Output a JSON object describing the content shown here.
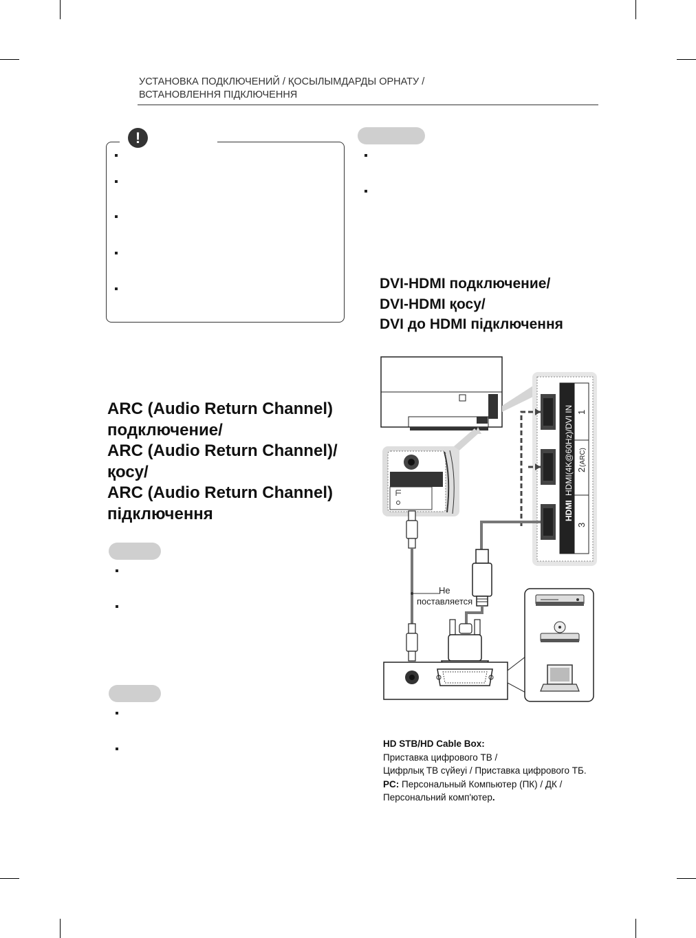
{
  "header": {
    "line1": "УСТАНОВКА ПОДКЛЮЧЕНИЙ / ҚОСЫЛЫМДАРДЫ ОРНАТУ /",
    "line2": "ВСТАНОВЛЕННЯ ПІДКЛЮЧЕННЯ"
  },
  "caution": {
    "icon": "exclamation-icon",
    "icon_glyph": "!"
  },
  "arc_section": {
    "title_lines": [
      "ARC (Audio Return Channel)",
      "подключение/",
      "ARC (Audio Return Channel)/",
      "қосу/",
      "ARC (Audio Return Channel)",
      "підключення"
    ]
  },
  "dvi_section": {
    "title_lines": [
      "DVI-HDMI подключение/",
      "DVI-HDMI қосу/",
      "DVI до HDMI підключення"
    ]
  },
  "diagram": {
    "hdmi_panel_label": "HDMI(4K@60Hz)/DVI IN",
    "hdmi_logo": "HDMI",
    "port_labels": [
      "1",
      "2",
      "3"
    ],
    "port_2_suffix": "(ARC)",
    "cable_note_line1": "Не",
    "cable_note_line2": "поставляется",
    "devices": [
      "set-top-box-icon",
      "dvd-player-icon",
      "laptop-icon"
    ]
  },
  "legend": {
    "stb_label": "HD STB/HD Cable Box:",
    "stb_line1": "Приставка цифрового ТВ /",
    "stb_line2": "Цифрлық ТВ сүйеуі / Приставка цифрового ТБ.",
    "pc_label": "PC:",
    "pc_line1_rest": " Персональный Компьютер (ПК) / ДК /",
    "pc_line2": "Персональний комп'ютер",
    "pc_line2_end": "."
  },
  "colors": {
    "dark": "#333333",
    "pill": "#cfcfcf",
    "panel_bg": "#e6e6e6",
    "cable": "#777777"
  }
}
